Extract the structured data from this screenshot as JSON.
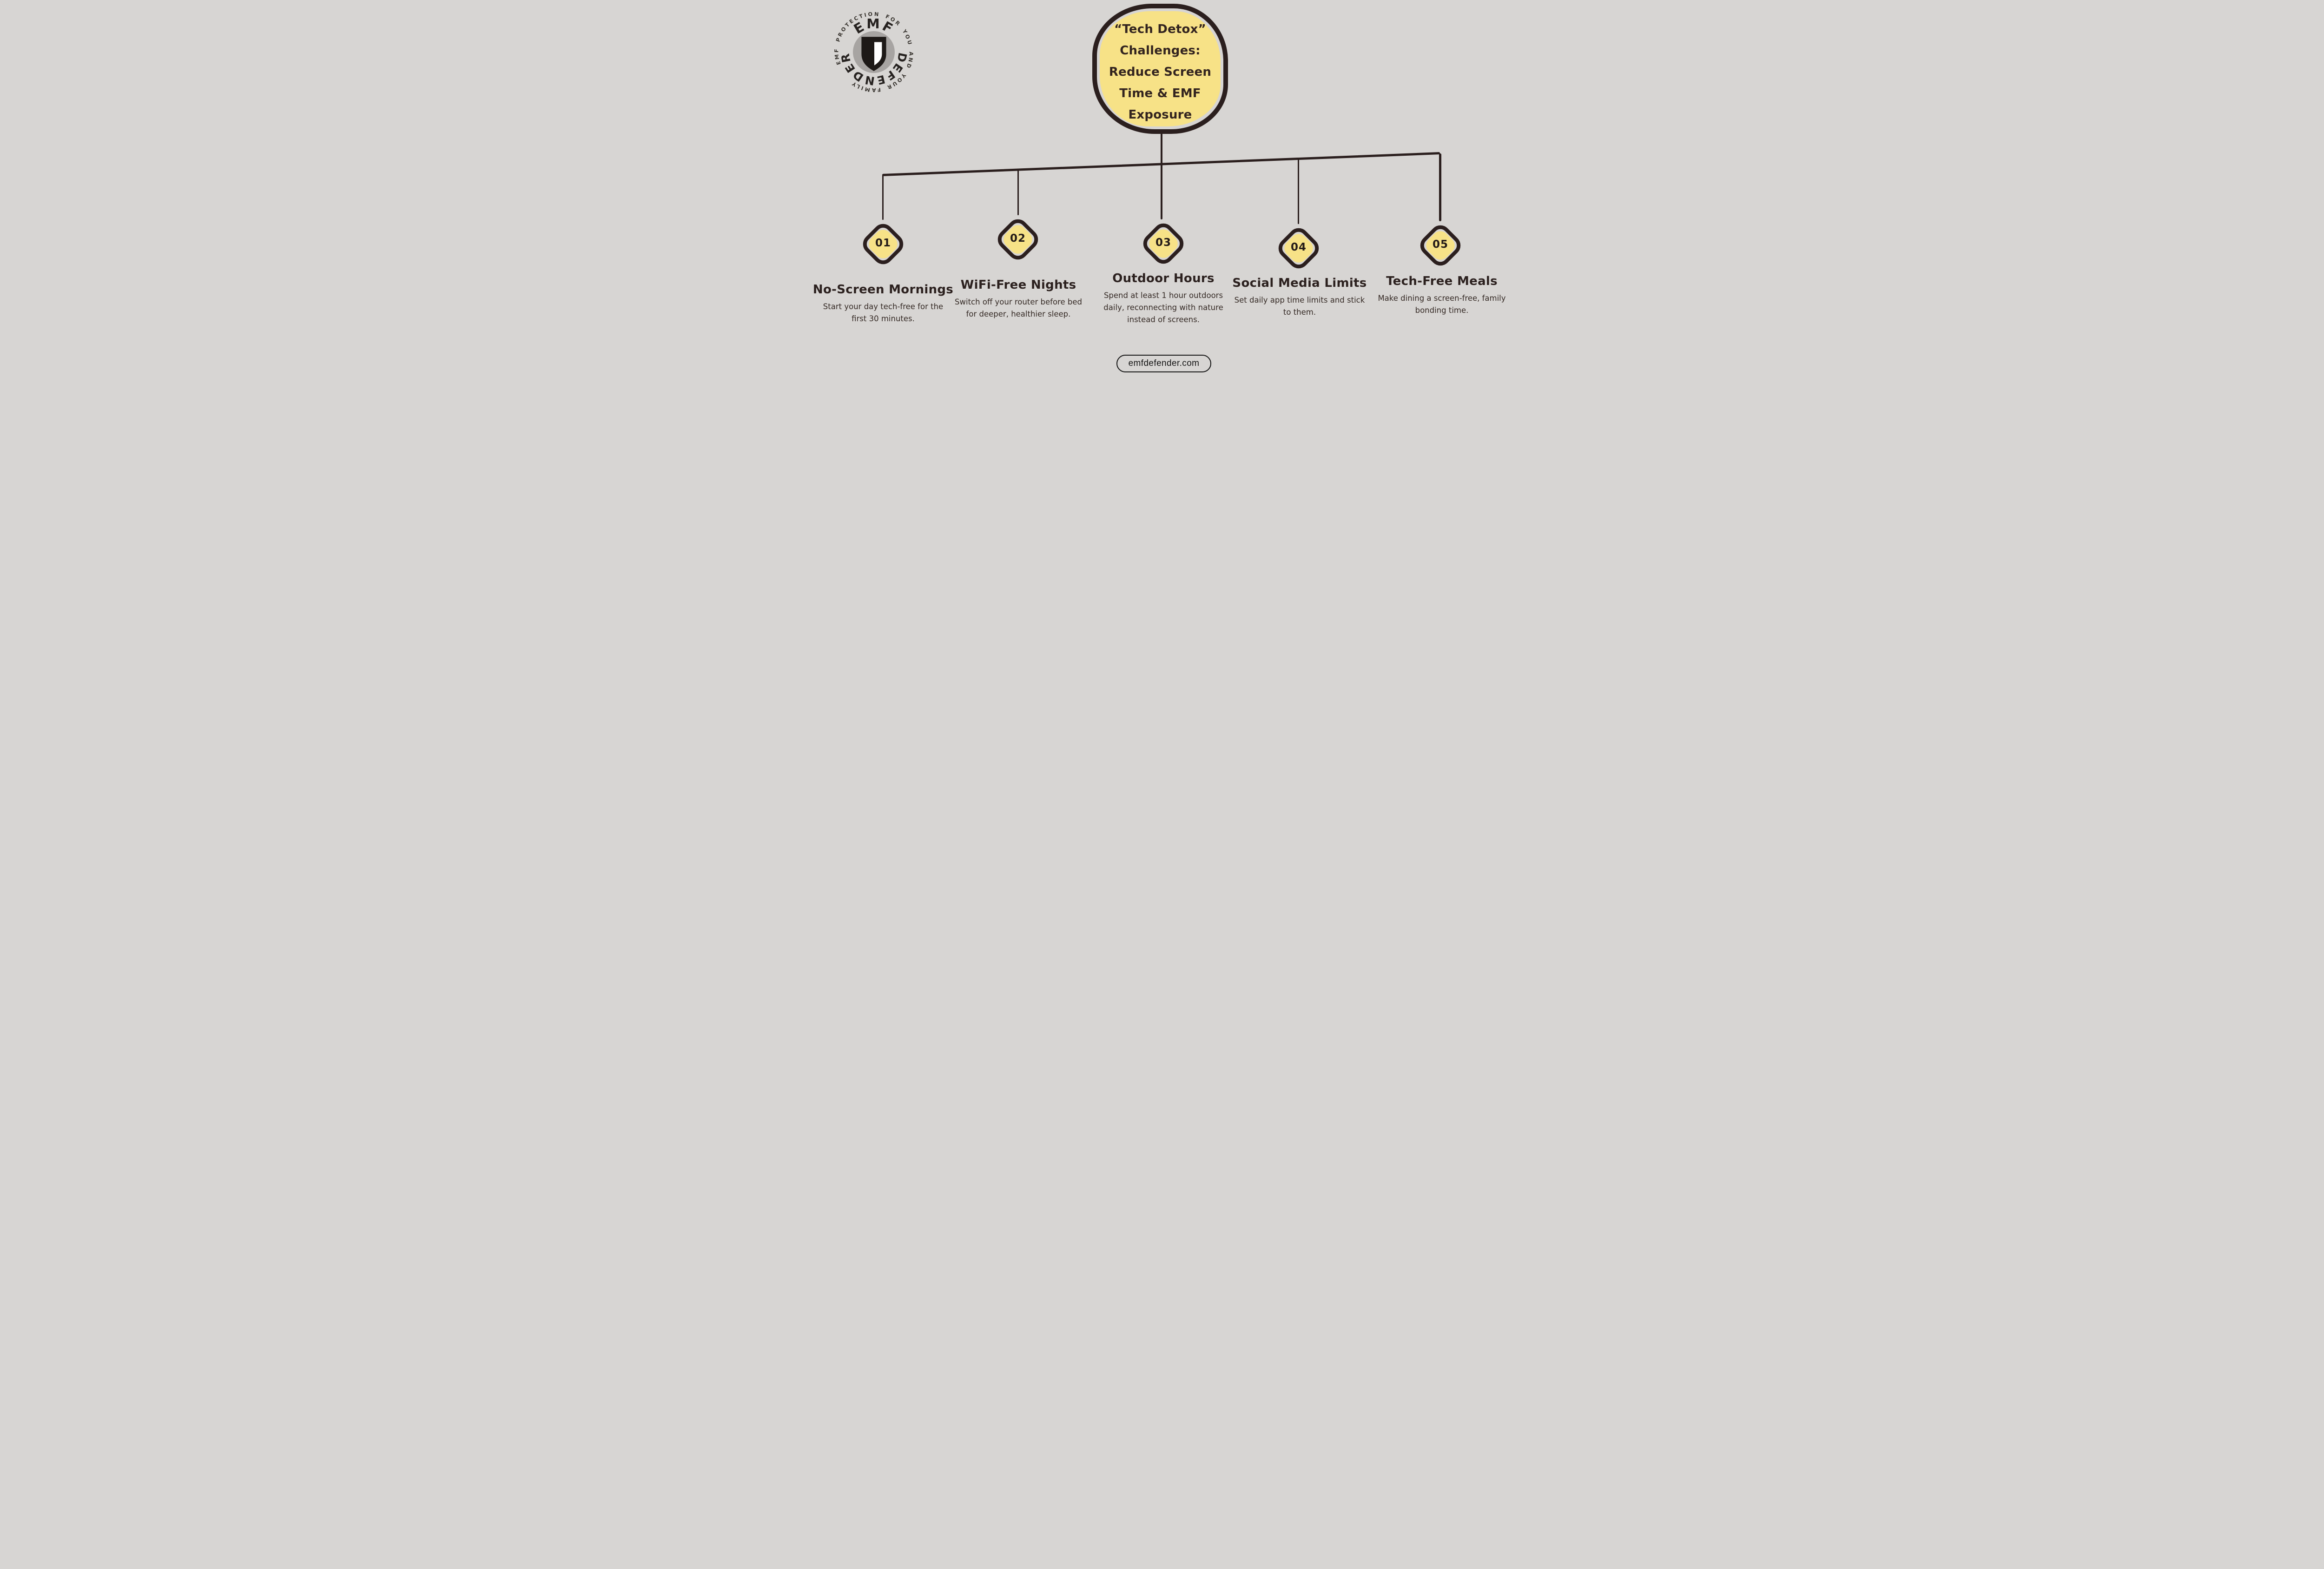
{
  "page": {
    "background_color": "#d7d5d3",
    "ink_color": "#2b1f1e",
    "accent_yellow": "#f7e287"
  },
  "logo": {
    "ring_text": "EMF PROTECTION FOR YOU AND YOUR FAMILY",
    "name_top": "EMF",
    "name_bottom": "DEFENDER"
  },
  "title_bubble": {
    "text": "“Tech Detox”\nChallenges:\nReduce Screen\nTime & EMF\nExposure"
  },
  "items": [
    {
      "number": "01",
      "heading": "No-Screen Mornings",
      "description": "Start your day tech-free for the\nfirst 30 minutes."
    },
    {
      "number": "02",
      "heading": "WiFi-Free Nights",
      "description": "Switch off your router before bed\nfor deeper, healthier sleep."
    },
    {
      "number": "03",
      "heading": "Outdoor Hours",
      "description": "Spend at least 1 hour outdoors\ndaily, reconnecting with nature\ninstead of screens."
    },
    {
      "number": "04",
      "heading": "Social Media Limits",
      "description": "Set daily app time limits and stick\nto them."
    },
    {
      "number": "05",
      "heading": "Tech-Free Meals",
      "description": "Make dining a screen-free, family\nbonding time."
    }
  ],
  "footer": {
    "website": "emfdefender.com"
  }
}
